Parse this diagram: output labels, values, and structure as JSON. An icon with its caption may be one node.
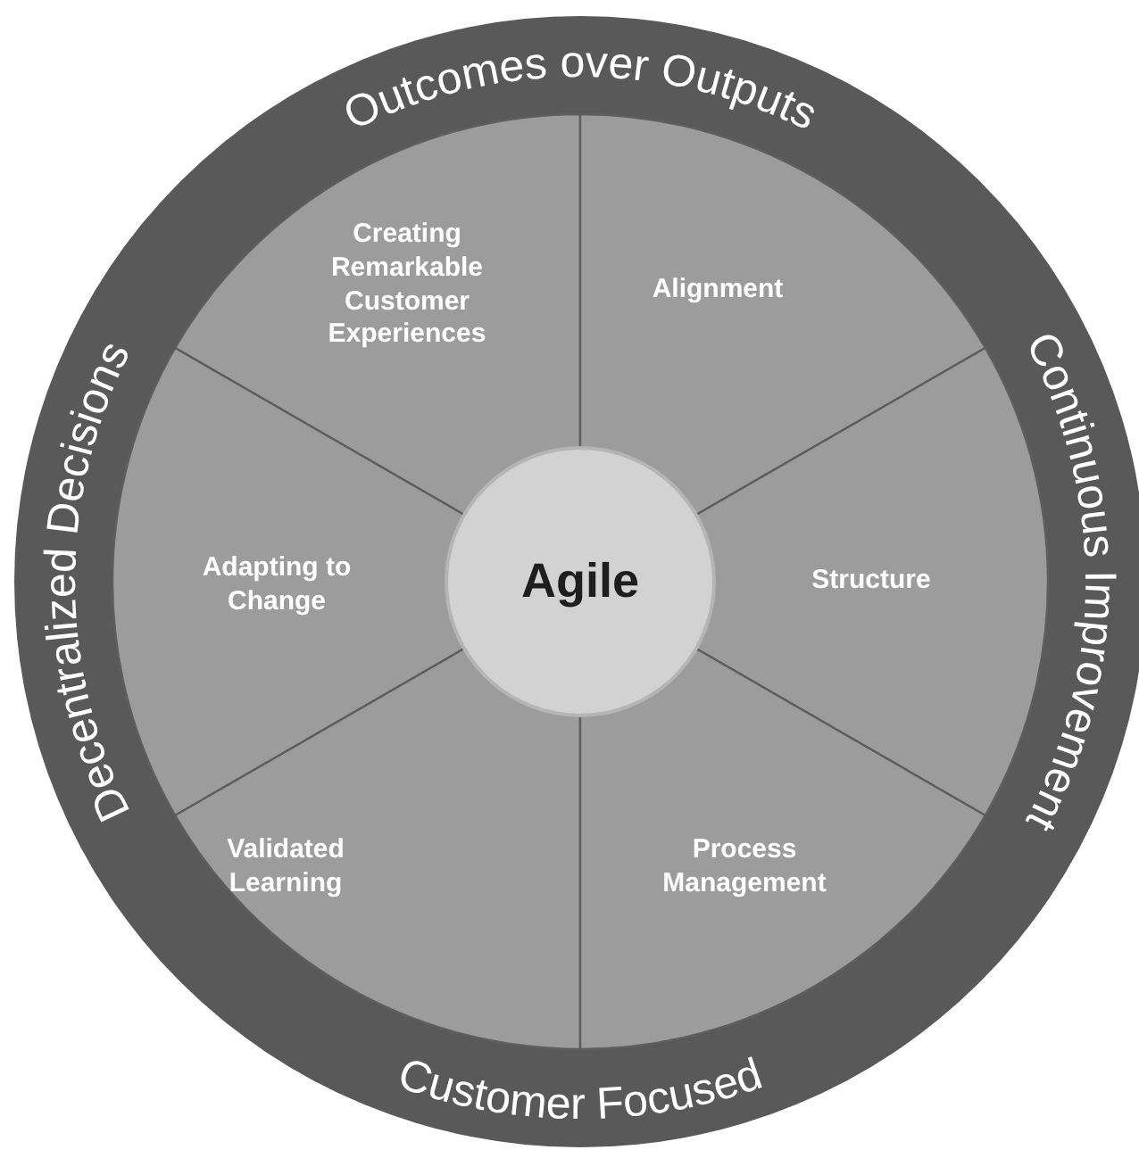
{
  "diagram": {
    "nodes": [
      {
        "text": [
          "Outcomes over Outputs",
          "Continuous Improvement",
          "Customer Focused",
          "Decentralized Decisions"
        ]
      },
      {
        "text": [
          "Creating Remarkable Customer Experiences"
        ],
        "in": 0
      },
      {
        "text": [
          "Alignment"
        ],
        "in": 0
      },
      {
        "text": [
          "Adapting to Change"
        ],
        "in": 0
      },
      {
        "text": [
          "Structure"
        ],
        "in": 0
      },
      {
        "text": [
          "Validated Learning"
        ],
        "in": 0
      },
      {
        "text": [
          "Process Management"
        ],
        "in": 0
      },
      {
        "text": [
          "Agile"
        ],
        "in": 0
      }
    ]
  }
}
